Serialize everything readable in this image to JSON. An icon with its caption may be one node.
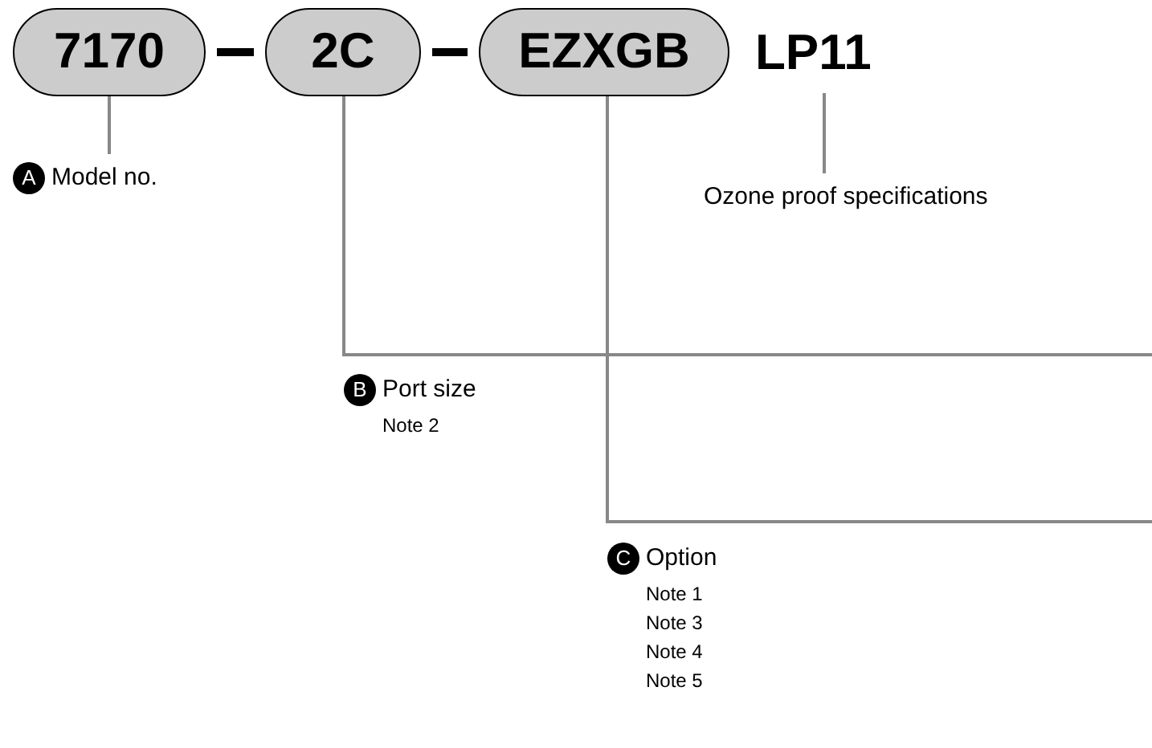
{
  "diagram": {
    "nodes": [
      {
        "text": [
          "7170"
        ]
      },
      {
        "text": [
          "2C"
        ]
      },
      {
        "text": [
          "EZXGB"
        ]
      },
      {
        "text": [
          "LP11"
        ]
      },
      {
        "text": [
          "A",
          "Model no."
        ]
      },
      {
        "text": [
          "Ozone proof specifications"
        ]
      },
      {
        "text": [
          "B",
          "Port size",
          "Note 2"
        ]
      },
      {
        "text": [
          "C",
          "Option",
          "Note 1",
          "Note 3",
          "Note 4",
          "Note 5"
        ]
      }
    ],
    "edges": [
      {
        "from": 0,
        "to": 1,
        "arrow": "none",
        "style": "thick",
        "color": "#000000"
      },
      {
        "from": 1,
        "to": 2,
        "arrow": "none",
        "style": "thick",
        "color": "#000000"
      },
      {
        "from": 0,
        "to": 4,
        "arrow": "none"
      },
      {
        "from": 3,
        "to": 5,
        "arrow": "none"
      },
      {
        "from": 1,
        "to": null,
        "arrow": "none"
      },
      {
        "from": 2,
        "to": null,
        "arrow": "none"
      }
    ]
  }
}
